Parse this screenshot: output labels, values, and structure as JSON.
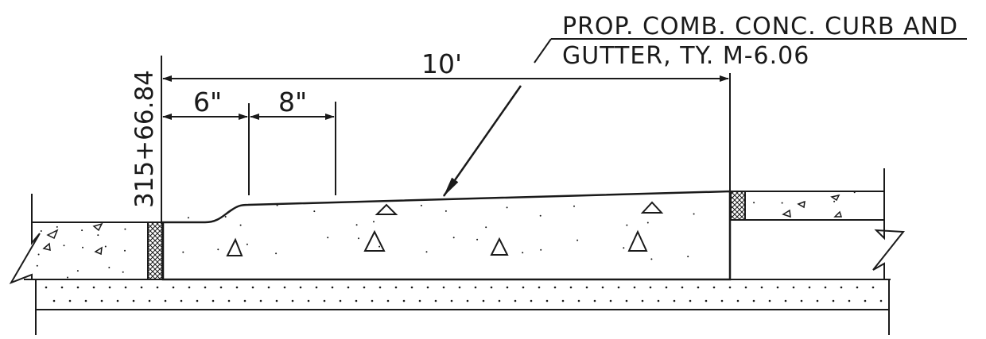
{
  "callout": {
    "line1": "PROP. COMB. CONC. CURB AND",
    "line2": "GUTTER, TY. M-6.06"
  },
  "dimensions": {
    "overall": "10'",
    "curb": "6\"",
    "gutter": "8\""
  },
  "station": "315+66.84",
  "colors": {
    "ink": "#1a1a1a",
    "background": "#ffffff"
  }
}
